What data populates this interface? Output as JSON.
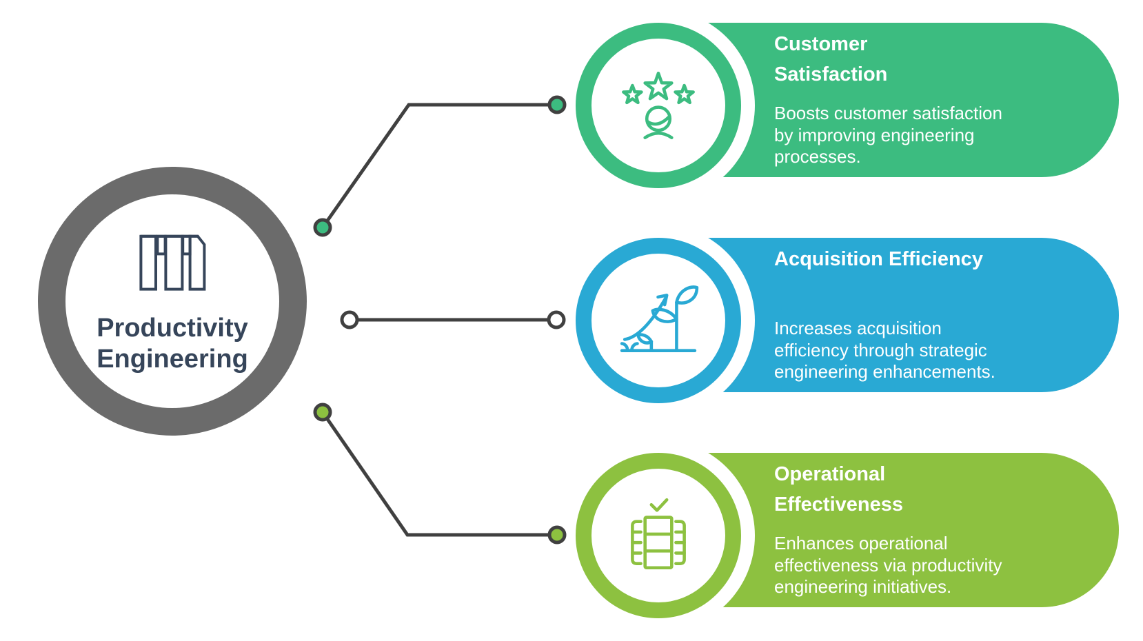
{
  "hub": {
    "label": "Productivity\nEngineering",
    "icon": "document-panels-icon",
    "ring_color": "#6b6b6b",
    "text_color": "#36455a"
  },
  "cards": [
    {
      "title": "Customer\nSatisfaction",
      "description": "Boosts customer satisfaction\nby improving engineering\nprocesses.",
      "color": "#3cbc80",
      "icon": "customer-satisfaction-stars-person-icon"
    },
    {
      "title": "Acquisition Efficiency",
      "description": "Increases acquisition\nefficiency through strategic\nengineering enhancements.",
      "color": "#29a9d4",
      "icon": "growth-arrow-plant-icon"
    },
    {
      "title": "Operational\nEffectiveness",
      "description": "Enhances operational\neffectiveness via productivity\nengineering initiatives.",
      "color": "#8dc140",
      "icon": "machine-checkmark-icon"
    }
  ],
  "connectors": {
    "line_color": "#404040",
    "dots": [
      {
        "fill": "#3cbc80"
      },
      {
        "fill": "#ffffff"
      },
      {
        "fill": "#8dc140"
      }
    ]
  },
  "styles": {
    "card_text_color": "#ffffff",
    "background": "#ffffff"
  }
}
